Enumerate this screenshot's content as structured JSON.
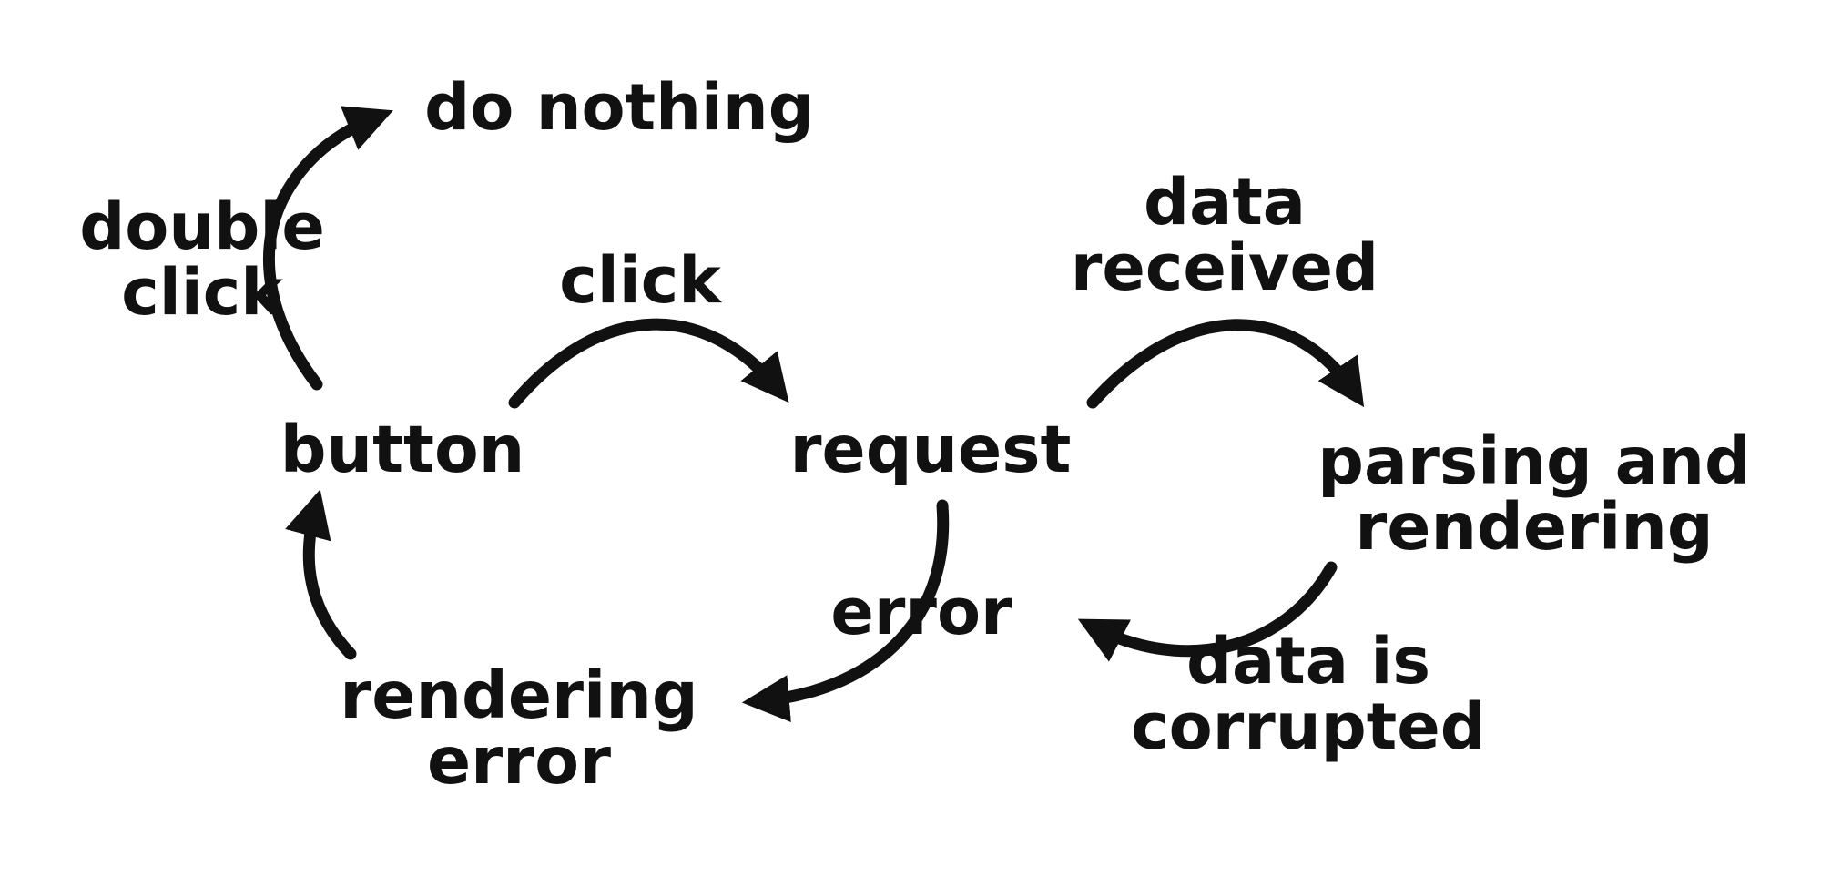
{
  "nodes": {
    "button": "button",
    "request": "request",
    "do_nothing": "do nothing",
    "parsing_and_rendering": [
      "parsing and",
      "rendering"
    ],
    "rendering_error": [
      "rendering",
      "error"
    ]
  },
  "edges": {
    "click": "click",
    "double_click": [
      "double",
      "click"
    ],
    "data_received": [
      "data",
      "received"
    ],
    "error": "error",
    "data_is_corrupted": [
      "data is",
      "corrupted"
    ]
  },
  "colors": {
    "ink": "#111111",
    "background": "#ffffff"
  }
}
